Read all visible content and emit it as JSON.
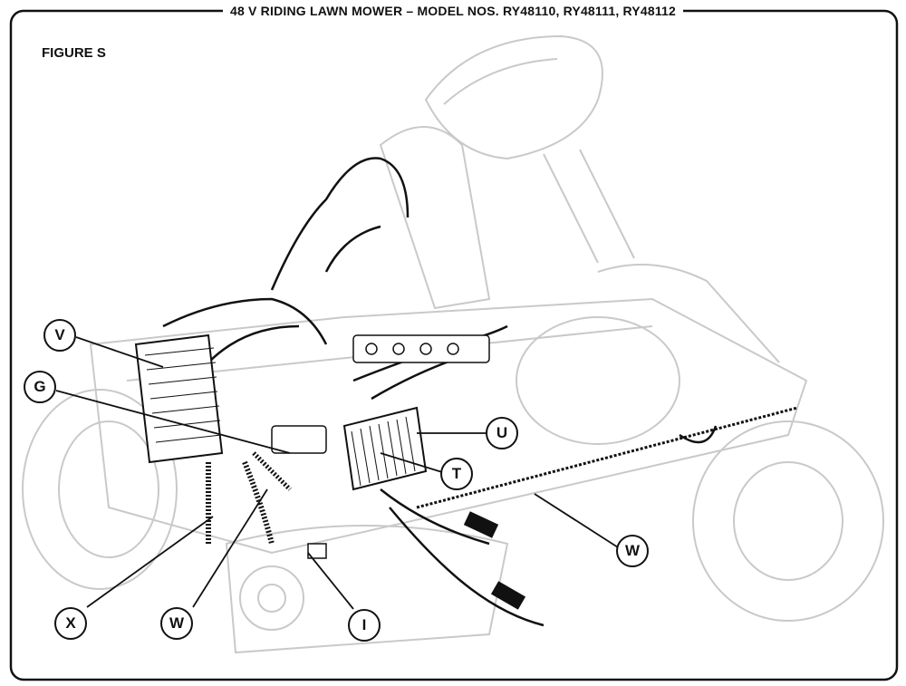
{
  "header": {
    "title": "48 V RIDING LAWN MOWER – MODEL NOS. RY48110, RY48111, RY48112"
  },
  "figure": {
    "label": "FIGURE S"
  },
  "callouts": [
    {
      "id": "V",
      "label": "V"
    },
    {
      "id": "G",
      "label": "G"
    },
    {
      "id": "U",
      "label": "U"
    },
    {
      "id": "T",
      "label": "T"
    },
    {
      "id": "W-right",
      "label": "W"
    },
    {
      "id": "X",
      "label": "X"
    },
    {
      "id": "W-left",
      "label": "W"
    },
    {
      "id": "I",
      "label": "I"
    }
  ],
  "colors": {
    "line": "#111111",
    "ghost": "#c8c8c8",
    "background": "#ffffff"
  }
}
